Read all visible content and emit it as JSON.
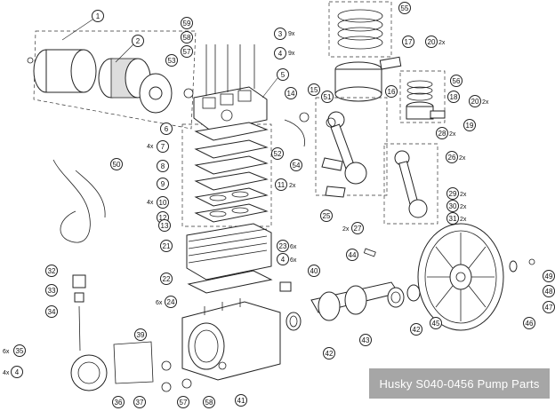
{
  "caption": "Husky S040-0456 Pump Parts",
  "callouts": [
    "1",
    "2",
    "3",
    "4",
    "5",
    "6",
    "7",
    "8",
    "9",
    "10",
    "11",
    "12",
    "13",
    "14",
    "15",
    "16",
    "17",
    "18",
    "19",
    "20",
    "21",
    "22",
    "23",
    "24",
    "25",
    "26",
    "27",
    "28",
    "29",
    "30",
    "31",
    "32",
    "33",
    "34",
    "35",
    "36",
    "37",
    "39",
    "40",
    "41",
    "42",
    "43",
    "44",
    "45",
    "46",
    "47",
    "48",
    "49",
    "50",
    "51",
    "52",
    "53",
    "54",
    "55",
    "56",
    "57",
    "58",
    "59"
  ],
  "quantities": [
    "9x",
    "9x",
    "4x",
    "4x",
    "2x",
    "2x",
    "2x",
    "2x",
    "6x",
    "6x",
    "2x",
    "2x",
    "2x",
    "2x",
    "2x",
    "6x",
    "6x",
    "4x"
  ]
}
